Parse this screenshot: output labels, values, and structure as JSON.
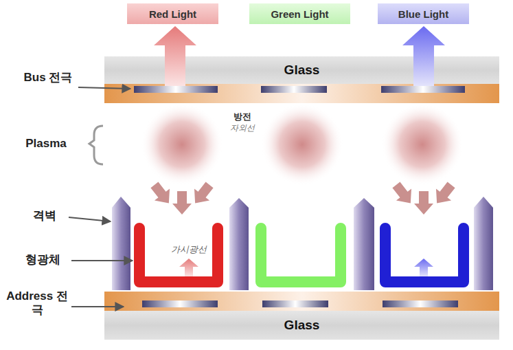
{
  "diagram": {
    "nodes": [
      {
        "text": [
          "Red Light"
        ]
      },
      {
        "text": [
          "Green Light"
        ]
      },
      {
        "text": [
          "Blue Light"
        ]
      },
      {
        "text": [
          "Glass"
        ]
      },
      {
        "text": [
          "Glass"
        ]
      }
    ],
    "labels": [
      "Bus 전극",
      "방전",
      "자외선",
      "Plasma",
      "격벽",
      "형광체",
      "가시광선",
      "Address 전극"
    ]
  }
}
